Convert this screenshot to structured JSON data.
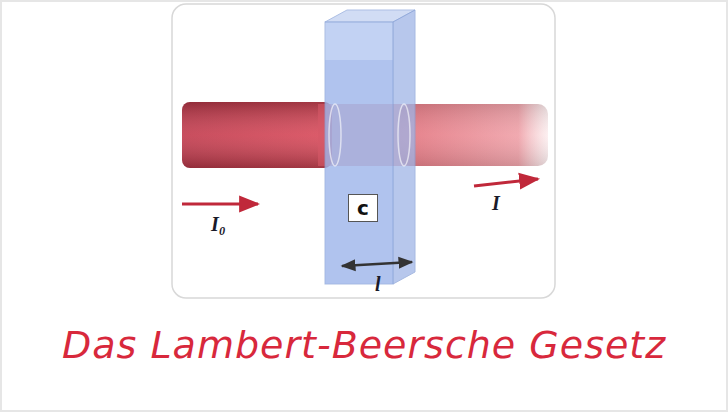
{
  "diagram": {
    "title": "Das Lambert-Beersche Gesetz",
    "nodes": [
      {
        "text": [
          "c"
        ]
      }
    ],
    "labels": [
      "I₀",
      "I",
      "l"
    ]
  }
}
